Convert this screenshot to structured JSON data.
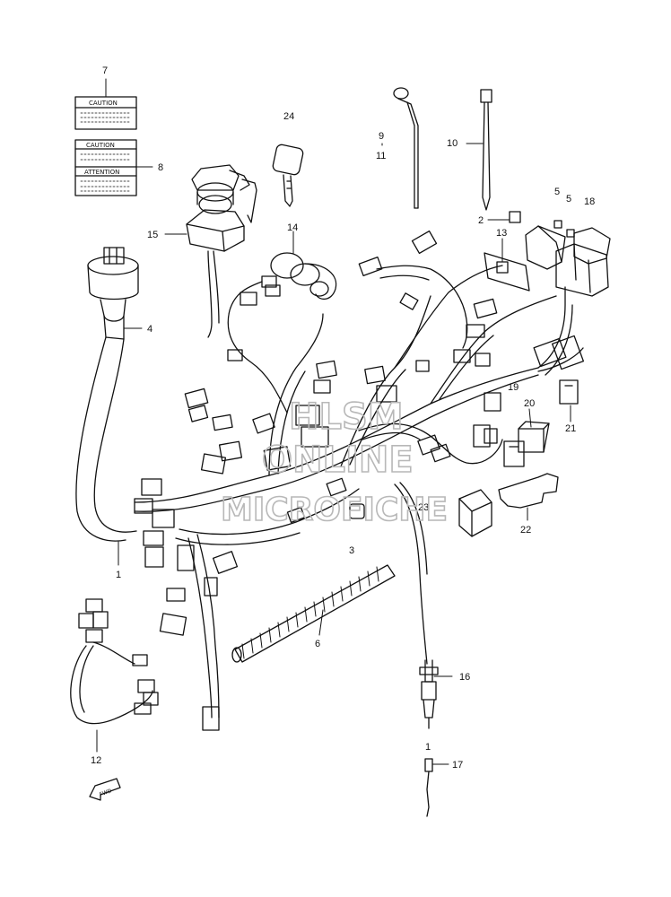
{
  "callouts": [
    {
      "id": "7",
      "label": "7"
    },
    {
      "id": "8",
      "label": "8"
    },
    {
      "id": "24",
      "label": "24"
    },
    {
      "id": "9",
      "label": "9"
    },
    {
      "id": "11",
      "label": "11"
    },
    {
      "id": "10",
      "label": "10"
    },
    {
      "id": "15",
      "label": "15"
    },
    {
      "id": "14",
      "label": "14"
    },
    {
      "id": "5a",
      "label": "5"
    },
    {
      "id": "5b",
      "label": "5"
    },
    {
      "id": "18",
      "label": "18"
    },
    {
      "id": "2",
      "label": "2"
    },
    {
      "id": "13",
      "label": "13"
    },
    {
      "id": "4",
      "label": "4"
    },
    {
      "id": "20",
      "label": "20"
    },
    {
      "id": "19",
      "label": "19"
    },
    {
      "id": "21",
      "label": "21"
    },
    {
      "id": "23",
      "label": "23"
    },
    {
      "id": "22",
      "label": "22"
    },
    {
      "id": "3",
      "label": "3"
    },
    {
      "id": "1",
      "label": "1"
    },
    {
      "id": "6",
      "label": "6"
    },
    {
      "id": "16",
      "label": "16"
    },
    {
      "id": "12",
      "label": "12"
    },
    {
      "id": "1b",
      "label": "1"
    },
    {
      "id": "17",
      "label": "17"
    }
  ],
  "labels": {
    "caution_small": "CAUTION",
    "caution_large": "CAUTION",
    "attention": "ATTENTION",
    "fwd": "FWD"
  },
  "watermark": {
    "line1": "HLSM",
    "line2": "ONLINE",
    "line3": "MICROFICHE"
  },
  "colors": {
    "line": "#111111",
    "watermark": "#b8b8b8"
  }
}
